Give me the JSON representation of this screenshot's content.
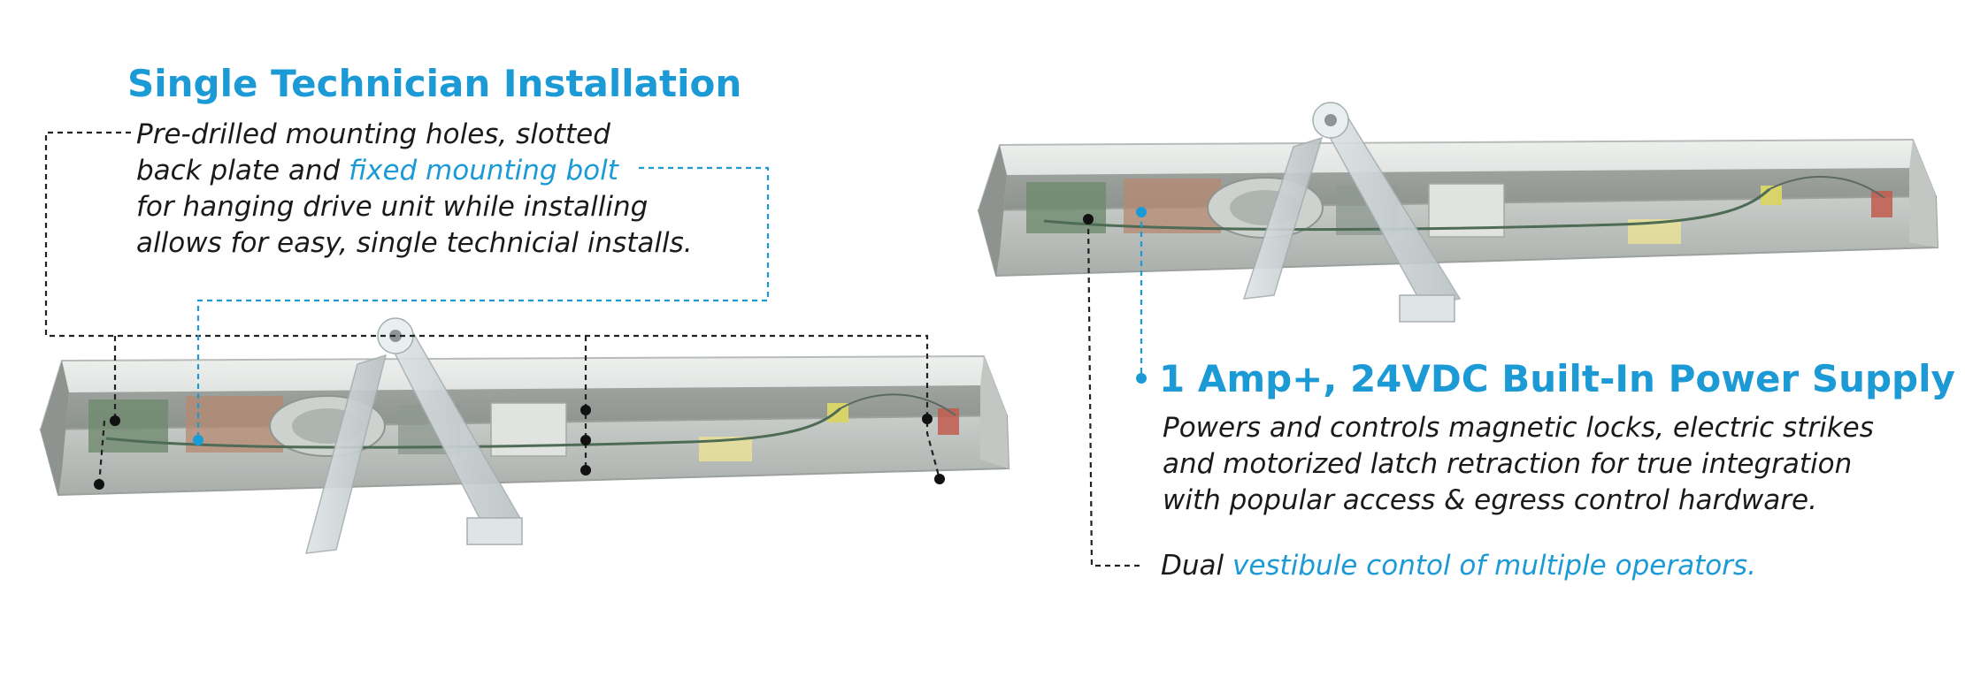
{
  "colors": {
    "accent": "#1b9ad6",
    "text": "#1a1a1a",
    "leader_dark": "#222222"
  },
  "left_callout": {
    "title": "Single Technician Installation",
    "line1": "Pre-drilled mounting holes, slotted",
    "line2_pre": "back plate and ",
    "line2_hl": "fixed mounting bolt",
    "line3": "for hanging drive unit while installing",
    "line4": "allows for easy, single technicial installs."
  },
  "right_callout": {
    "title": "1 Amp+, 24VDC Built-In Power Supply",
    "line1": "Powers and controls magnetic locks, electric strikes",
    "line2": "and motorized latch retraction for true integration",
    "line3": "with popular access & egress control hardware."
  },
  "dual_callout": {
    "pre": "Dual ",
    "hl": "vestibule contol of multiple operators."
  },
  "images": {
    "operator_left": "door-operator-product-image",
    "operator_right": "door-operator-product-image"
  }
}
